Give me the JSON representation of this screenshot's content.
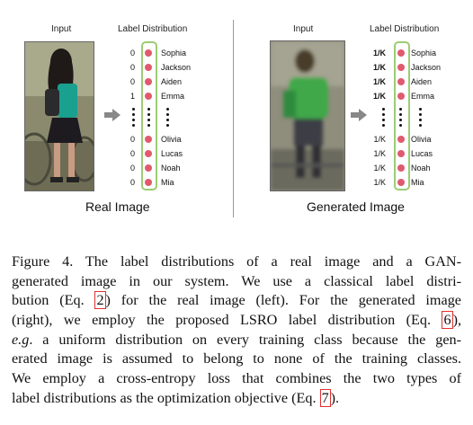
{
  "left_panel": {
    "input_label": "Input",
    "dist_label": "Label Distribution",
    "caption": "Real Image",
    "rows_top": [
      {
        "value": "0",
        "name": "Sophia"
      },
      {
        "value": "0",
        "name": "Jackson"
      },
      {
        "value": "0",
        "name": "Aiden"
      },
      {
        "value": "1",
        "name": "Emma"
      }
    ],
    "rows_bottom": [
      {
        "value": "0",
        "name": "Olivia"
      },
      {
        "value": "0",
        "name": "Lucas"
      },
      {
        "value": "0",
        "name": "Noah"
      },
      {
        "value": "0",
        "name": "Mia"
      }
    ]
  },
  "right_panel": {
    "input_label": "Input",
    "dist_label": "Label Distribution",
    "caption": "Generated Image",
    "rows_top": [
      {
        "value": "1/K",
        "name": "Sophia"
      },
      {
        "value": "1/K",
        "name": "Jackson"
      },
      {
        "value": "1/K",
        "name": "Aiden"
      },
      {
        "value": "1/K",
        "name": "Emma"
      }
    ],
    "rows_bottom": [
      {
        "value": "1/K",
        "name": "Olivia"
      },
      {
        "value": "1/K",
        "name": "Lucas"
      },
      {
        "value": "1/K",
        "name": "Noah"
      },
      {
        "value": "1/K",
        "name": "Mia"
      }
    ]
  },
  "caption_lines": [
    [
      "Figure 4. The label distributions of a real image and a GAN-"
    ],
    [
      "generated image in our system.  We use a classical label distri-"
    ],
    [
      "bution (Eq. ",
      {
        "ref": "2"
      },
      ") for the real image (left). For the generated image"
    ],
    [
      "(right), we employ the proposed LSRO label distribution (Eq. ",
      {
        "ref": "6"
      },
      "),"
    ],
    [
      {
        "it": "e.g"
      },
      ". a uniform distribution on every training class because the gen-"
    ],
    [
      "erated image is assumed to belong to none of the training classes."
    ],
    [
      "We employ a cross-entropy loss that combines the two types of"
    ],
    [
      "label distributions as the optimization objective (Eq. ",
      {
        "ref": "7"
      },
      ")."
    ]
  ]
}
